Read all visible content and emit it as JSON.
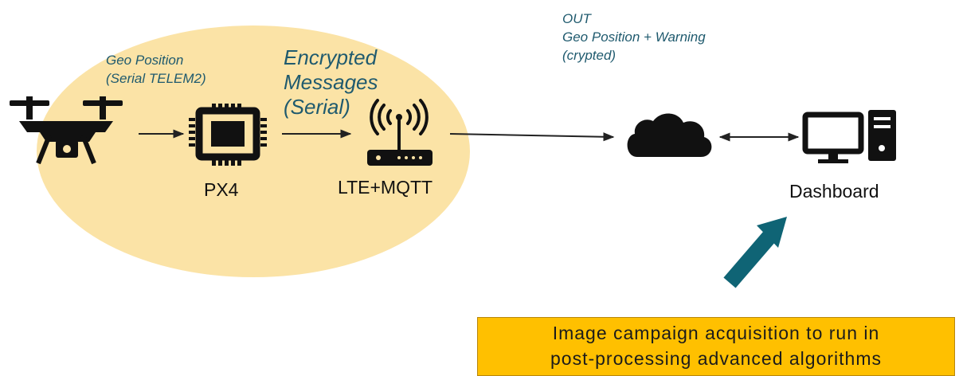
{
  "labels": {
    "geo_position_line1": "Geo Position",
    "geo_position_line2": "(Serial TELEM2)",
    "encrypted_line1": "Encrypted",
    "encrypted_line2": "Messages",
    "encrypted_line3": "(Serial)",
    "out_line1": "OUT",
    "out_line2": "Geo Position + Warning",
    "out_line3": "(crypted)"
  },
  "nodes": {
    "drone": {
      "icon": "drone-icon"
    },
    "px4": {
      "icon": "chip-icon",
      "label": "PX4"
    },
    "router": {
      "icon": "router-icon",
      "label": "LTE+MQTT"
    },
    "cloud": {
      "icon": "cloud-icon"
    },
    "dashboard": {
      "icon": "desktop-computer-icon",
      "label": "Dashboard"
    }
  },
  "callout": {
    "line1": "Image campaign acquisition to run in",
    "line2": "post-processing advanced algorithms"
  },
  "colors": {
    "ellipse": "#fbe3a6",
    "text_teal": "#1f5a6e",
    "arrow_big": "#0f6475",
    "callout_bg": "#ffc000",
    "icon": "#111111"
  }
}
